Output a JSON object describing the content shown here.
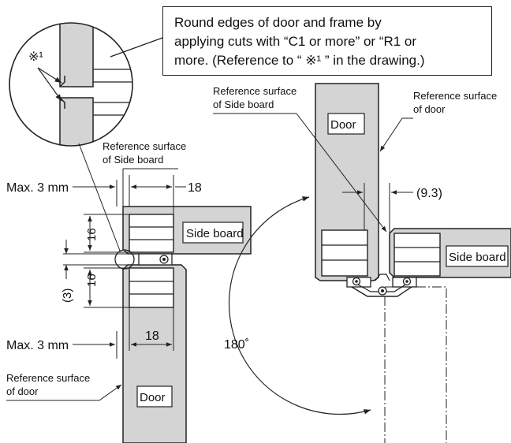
{
  "note": {
    "line1": "Round edges of door and frame by",
    "line2": "applying cuts with “C1 or more” or “R1 or",
    "line3": "more. (Reference to “ ※¹ ” in the drawing.)"
  },
  "detail_circle": {
    "marker": "※¹"
  },
  "left_view": {
    "ref_side_board_1": "Reference surface",
    "ref_side_board_2": "of Side board",
    "max_top": "Max. 3 mm",
    "dim_top": "18",
    "dim_16_upper": "16",
    "dim_16_lower": "16",
    "dim_3": "(3)",
    "side_board_label": "Side board",
    "max_bottom": "Max. 3 mm",
    "dim_bottom": "18",
    "ref_door_1": "Reference surface",
    "ref_door_2": "of door",
    "door_label": "Door"
  },
  "right_view": {
    "ref_side_board_1": "Reference surface",
    "ref_side_board_2": "of Side board",
    "ref_door_1": "Reference surface",
    "ref_door_2": "of door",
    "door_label": "Door",
    "dim_gap": "(9.3)",
    "side_board_label": "Side board",
    "angle": "180˚"
  },
  "colors": {
    "panel_fill": "#d4d4d4",
    "line": "#222222",
    "background": "#ffffff"
  }
}
